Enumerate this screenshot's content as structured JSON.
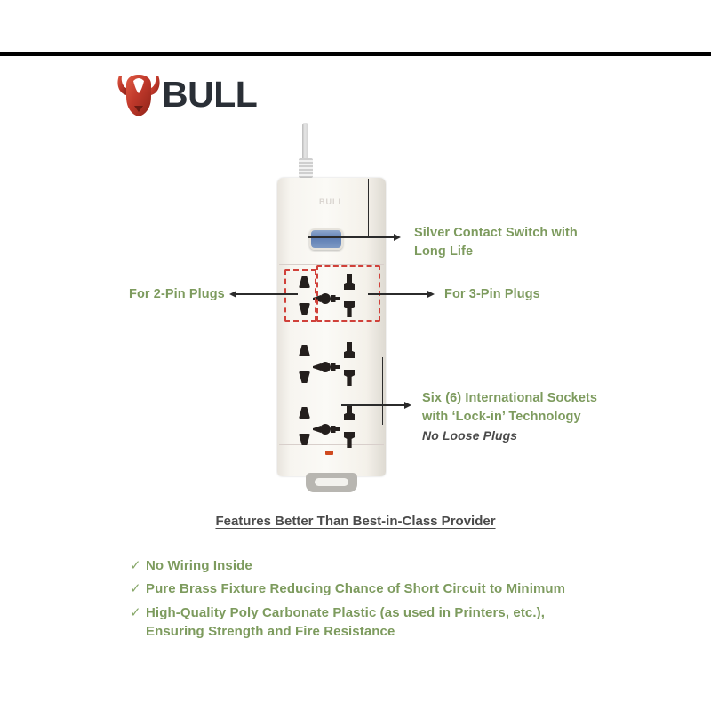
{
  "brand": {
    "name": "BULL",
    "logo_icon": "bull-head-icon",
    "logo_color": "#c0392b"
  },
  "device": {
    "emboss_text": "BULL",
    "switch_color": "#5f7fb4",
    "indicator_color": "#cf4a1f",
    "body_color": "#f7f5f0",
    "highlight_box_color": "#d0413a",
    "socket_count": 6
  },
  "callouts": [
    {
      "id": "switch",
      "text": "Silver Contact Switch with Long Life",
      "color": "#7d9b5e"
    },
    {
      "id": "two-pin",
      "text": "For 2-Pin Plugs",
      "color": "#7d9b5e"
    },
    {
      "id": "three-pin",
      "text": "For 3-Pin Plugs",
      "color": "#7d9b5e"
    },
    {
      "id": "sockets",
      "text": "Six (6) International Sockets with ‘Lock-in’ Technology",
      "subtext": "No Loose Plugs",
      "color": "#7d9b5e"
    }
  ],
  "features": {
    "heading": "Features Better Than Best-in-Class Provider",
    "bullet_icon": "check-icon",
    "items": [
      "No Wiring Inside",
      "Pure Brass Fixture Reducing Chance of Short Circuit to Minimum",
      "High-Quality Poly Carbonate Plastic (as used in Printers, etc.), Ensuring Strength and Fire Resistance"
    ]
  }
}
